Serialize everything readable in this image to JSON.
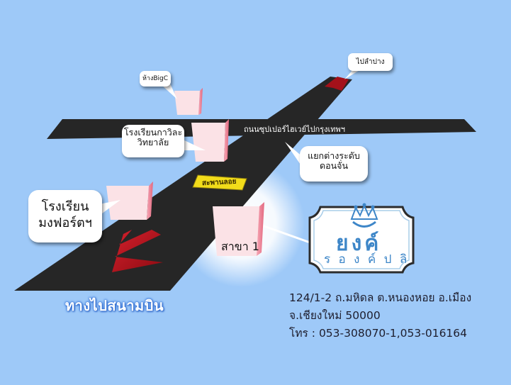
{
  "map": {
    "highway_label": "ถนนซุปเปอร์ไฮเวย์ไปกรุงเทพฯ",
    "bridge_label": "สะพานลอย",
    "airport_label": "ทางไปสนามบิน"
  },
  "callouts": {
    "bigc": "ห้างBigC",
    "lampang": "ไปลำปาง",
    "school_kawila_line1": "โรงเรียนกาวิละ",
    "school_kawila_line2": "วิทยาลัย",
    "intersection_line1": "แยกต่างระดับ",
    "intersection_line2": "ดอนจั่น",
    "school_montfort_line1": "โรงเรียน",
    "school_montfort_line2": "มงฟอร์ตฯ"
  },
  "branch": {
    "label": "สาขา 1"
  },
  "logo": {
    "main_text": "ยงค์",
    "sub_text": "ร อ ง ค์ ป ลิ"
  },
  "address": {
    "line1": "124/1-2 ถ.มหิดล ต.หนองหอย อ.เมือง",
    "line2": "จ.เชียงใหม่ 50000",
    "line3": "โทร : 053-308070-1,053-016164"
  },
  "colors": {
    "background": "#9ec9f8",
    "road": "#262626",
    "arrow_red": "#b3121c",
    "building_pink": "#fbe2e6",
    "logo_blue": "#3d86c8",
    "bridge_yellow": "#f2dc1a"
  },
  "icons": {
    "crown": "crown-icon",
    "arrow": "direction-arrow-icon"
  }
}
